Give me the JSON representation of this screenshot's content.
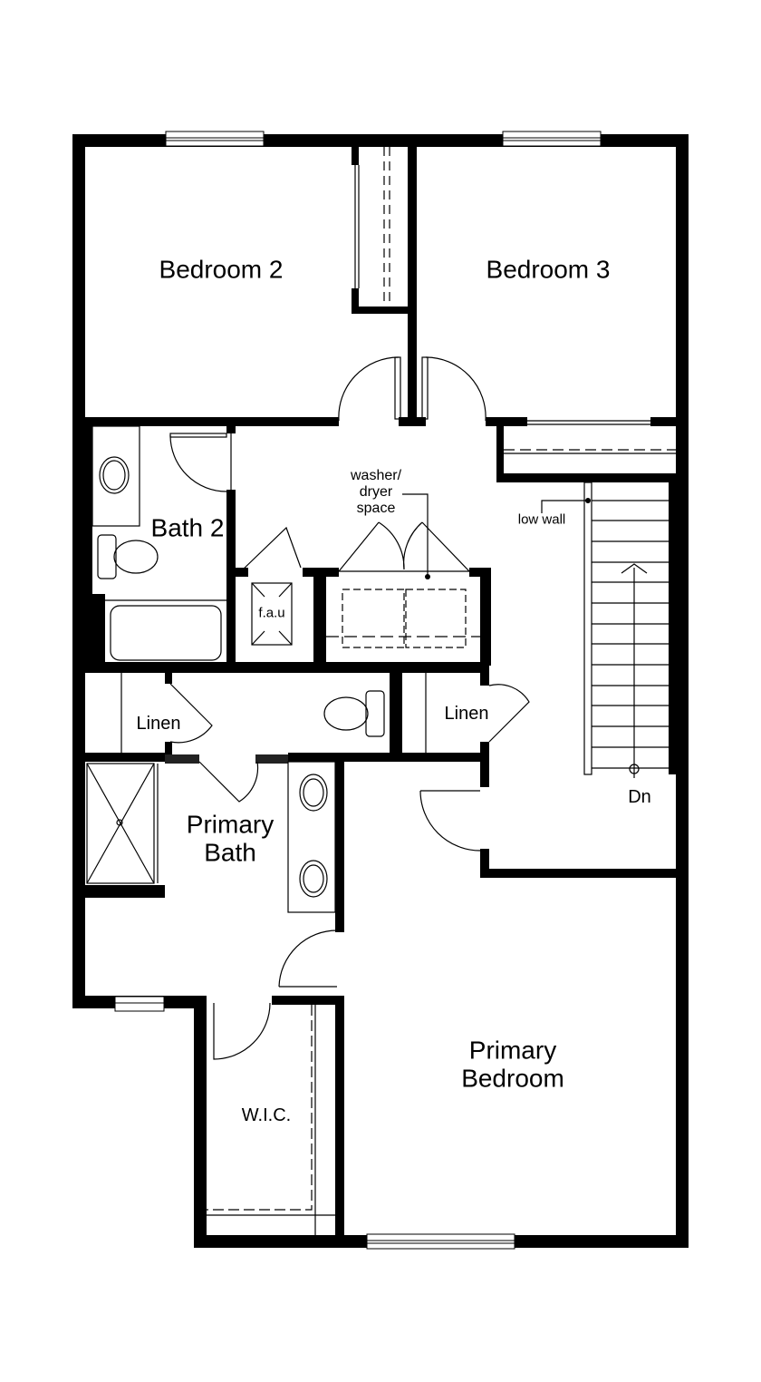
{
  "floorplan": {
    "rooms": [
      {
        "id": "bedroom2",
        "label": "Bedroom 2"
      },
      {
        "id": "bedroom3",
        "label": "Bedroom 3"
      },
      {
        "id": "bath2",
        "label": "Bath 2"
      },
      {
        "id": "fau",
        "label": "f.a.u"
      },
      {
        "id": "linen1",
        "label": "Linen"
      },
      {
        "id": "linen2",
        "label": "Linen"
      },
      {
        "id": "primary_bath",
        "label": "Primary\nBath"
      },
      {
        "id": "wic",
        "label": "W.I.C."
      },
      {
        "id": "primary_bedroom",
        "label": "Primary\nBedroom"
      }
    ],
    "annotations": {
      "washer_dryer": "washer/\ndryer\nspace",
      "low_wall": "low wall",
      "stairs_down": "Dn"
    },
    "colors": {
      "wall": "#000000",
      "background": "#ffffff"
    }
  }
}
